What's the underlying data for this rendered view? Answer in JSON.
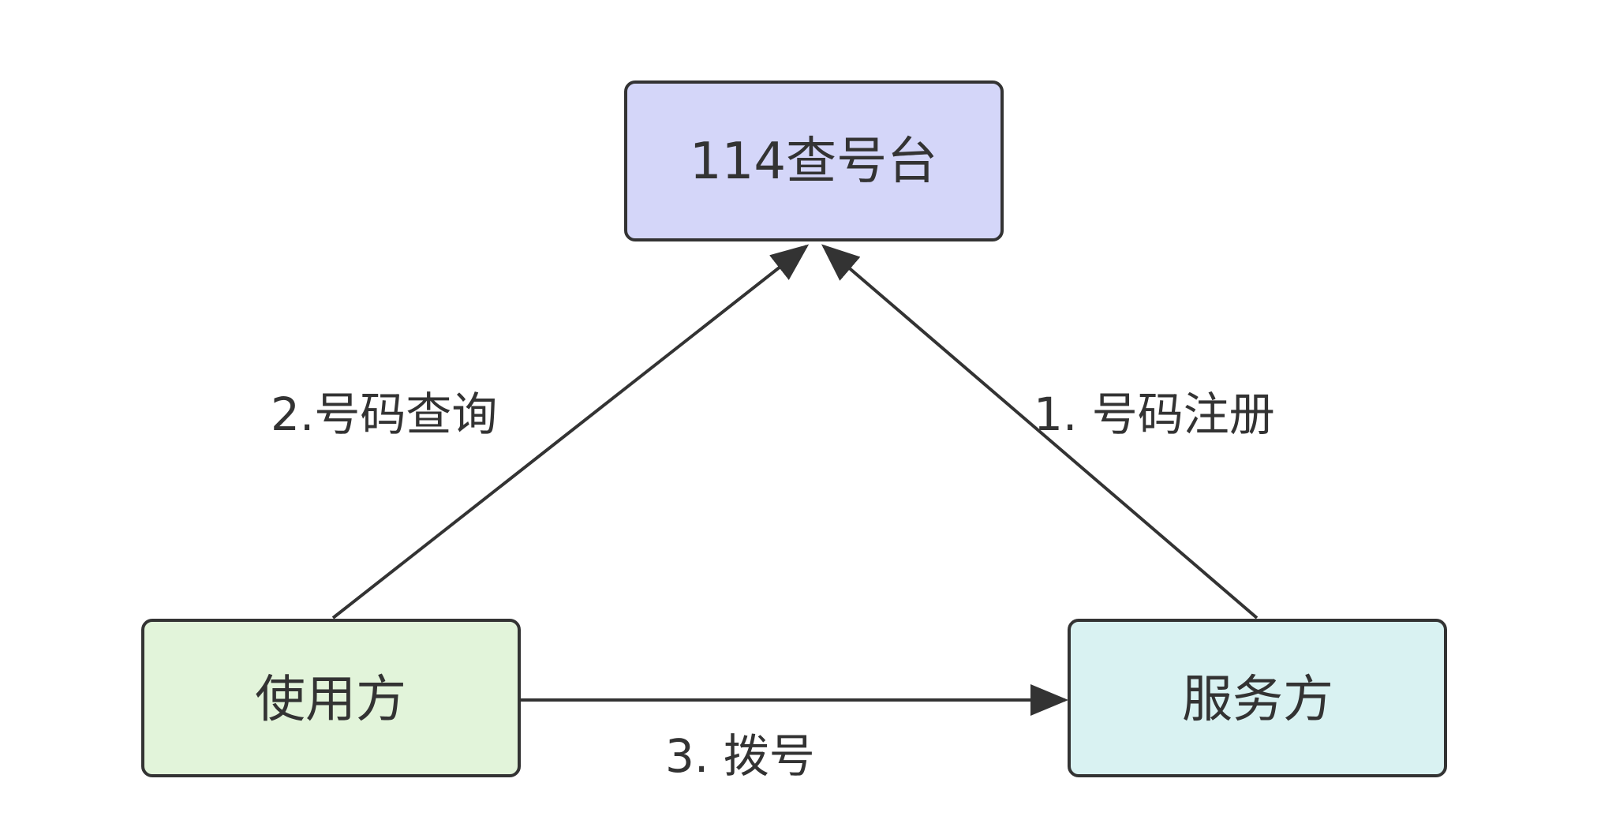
{
  "nodes": {
    "directory": {
      "label": "114查号台",
      "fill": "#d4d6f9"
    },
    "consumer": {
      "label": "使用方",
      "fill": "#e2f4da"
    },
    "provider": {
      "label": "服务方",
      "fill": "#d9f2f2"
    }
  },
  "edges": {
    "query": {
      "label": "2.号码查询"
    },
    "register": {
      "label": "1. 号码注册"
    },
    "dial": {
      "label": "3. 拨号"
    }
  },
  "colors": {
    "stroke": "#333333",
    "text": "#333333",
    "background": "#ffffff"
  }
}
